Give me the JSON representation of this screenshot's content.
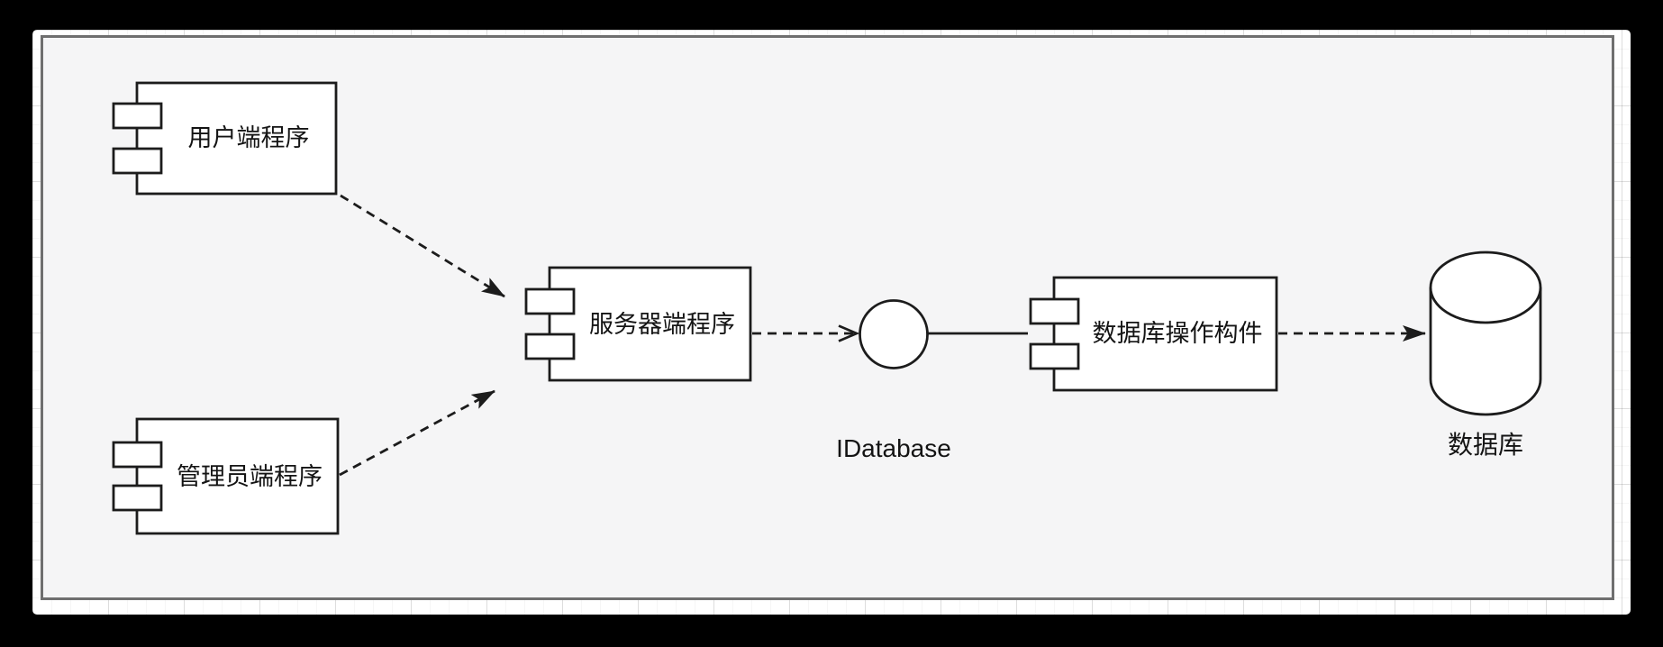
{
  "diagram": {
    "kind": "uml-component-diagram",
    "colors": {
      "canvas": "#f5f5f6",
      "shape_fill": "#ffffff",
      "stroke": "#1c1c1c",
      "page_border": "#6f6f6f",
      "outside_page": "#ffffff",
      "surround": "#000000"
    },
    "nodes": {
      "client": {
        "type": "component",
        "label": "用户端程序"
      },
      "admin": {
        "type": "component",
        "label": "管理员端程序"
      },
      "server": {
        "type": "component",
        "label": "服务器端程序"
      },
      "dbop": {
        "type": "component",
        "label": "数据库操作构件"
      },
      "idatabase": {
        "type": "interface-circle",
        "label": "IDatabase"
      },
      "database": {
        "type": "database-cylinder",
        "label": "数据库"
      }
    },
    "connectors": [
      {
        "from": "用户端程序",
        "to": "服务器端程序",
        "line": "dashed",
        "arrow": "filled"
      },
      {
        "from": "管理员端程序",
        "to": "服务器端程序",
        "line": "dashed",
        "arrow": "filled"
      },
      {
        "from": "服务器端程序",
        "to": "IDatabase",
        "line": "dashed",
        "arrow": "open"
      },
      {
        "from": "IDatabase",
        "to": "数据库操作构件",
        "line": "solid",
        "arrow": "none"
      },
      {
        "from": "数据库操作构件",
        "to": "数据库",
        "line": "dashed",
        "arrow": "filled"
      }
    ]
  }
}
